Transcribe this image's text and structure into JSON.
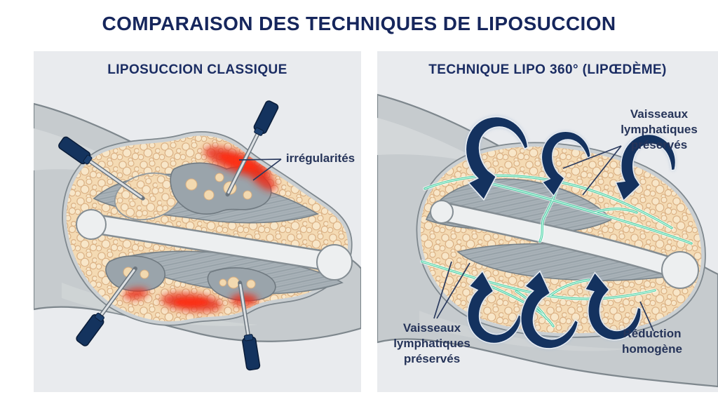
{
  "title": "COMPARAISON DES TECHNIQUES DE LIPOSUCCION",
  "left_panel": {
    "header": "LIPOSUCCION CLASSIQUE",
    "irregularities_label": "irrégularités"
  },
  "right_panel": {
    "header": "TECHNIQUE LIPO 360° (LIPŒDÈME)",
    "lymph_top_label": "Vaisseaux lymphatiques préservés",
    "lymph_bottom_label": "Vaisseaux lymphatiques préservés",
    "homogeneous_label": "Réduction homogène"
  },
  "colors": {
    "title_navy": "#16265c",
    "label_navy": "#263459",
    "panel_bg": "#e9ebee",
    "skin_gray": "#c6cbce",
    "skin_outline": "#7e878d",
    "fat_beige": "#f4dab3",
    "fat_lobule_line": "#dbb286",
    "muscle_gray": "#a8b1b7",
    "bone_white": "#edeff0",
    "irregularity_red": "#e8321c",
    "motion_arrow_navy": "#14325f",
    "lymph_vessel_teal": "#47d2a6",
    "cannula_navy": "#14335e"
  }
}
